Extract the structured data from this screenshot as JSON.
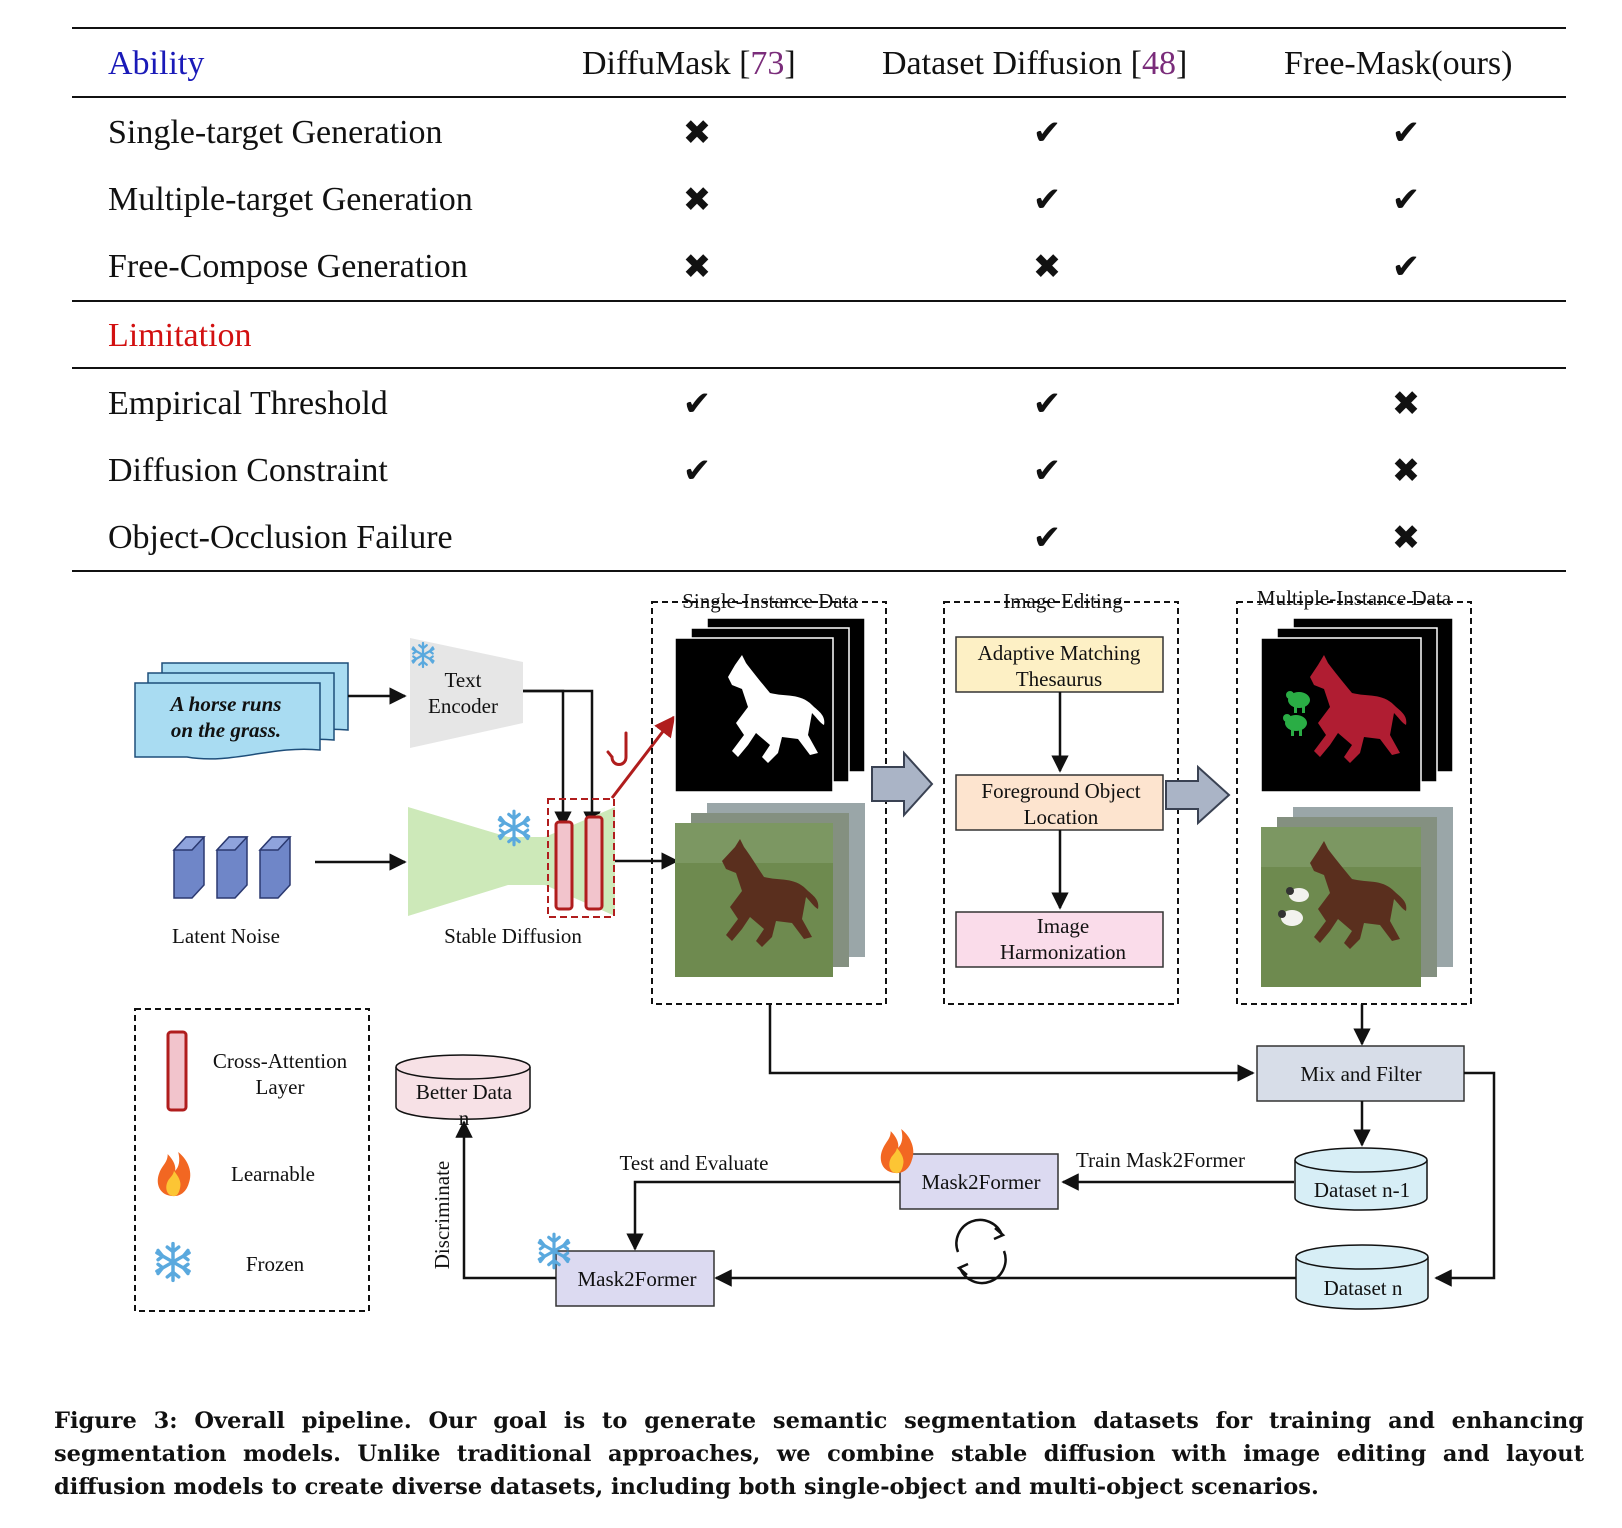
{
  "table": {
    "header": {
      "ability": "Ability",
      "col1_name": "DiffuMask",
      "col1_ref": "73",
      "col2_name": "Dataset Diffusion",
      "col2_ref": "48",
      "col3_name": "Free-Mask(ours)"
    },
    "ability_rows": [
      {
        "label": "Single-target Generation",
        "marks": [
          "✖",
          "✔",
          "✔"
        ]
      },
      {
        "label": "Multiple-target Generation",
        "marks": [
          "✖",
          "✔",
          "✔"
        ]
      },
      {
        "label": "Free-Compose Generation",
        "marks": [
          "✖",
          "✖",
          "✔"
        ]
      }
    ],
    "limitation_label": "Limitation",
    "limitation_rows": [
      {
        "label": "Empirical Threshold",
        "marks": [
          "✔",
          "✔",
          "✖"
        ]
      },
      {
        "label": "Diffusion Constraint",
        "marks": [
          "✔",
          "✔",
          "✖"
        ]
      },
      {
        "label": "Object-Occlusion Failure",
        "marks": [
          "",
          "✔",
          "✖"
        ]
      }
    ],
    "colors": {
      "ability": "#1a1ab8",
      "limitation": "#d21010",
      "ref": "#7a2c7a"
    }
  },
  "diagram": {
    "prompt_line1": "A horse runs",
    "prompt_line2": "on the grass.",
    "text_encoder_line1": "Text",
    "text_encoder_line2": "Encoder",
    "latent_noise": "Latent Noise",
    "stable_diffusion": "Stable Diffusion",
    "single_instance": "Single-Instance Data",
    "image_editing": "Image Editing",
    "multiple_instance": "Multiple-Instance Data",
    "amt_line1": "Adaptive Matching",
    "amt_line2": "Thesaurus",
    "fol_line1": "Foreground Object",
    "fol_line2": "Location",
    "ih_line1": "Image",
    "ih_line2": "Harmonization",
    "mix_filter": "Mix and Filter",
    "dataset_n1": "Dataset n-1",
    "dataset_n": "Dataset n",
    "train_m2f": "Train Mask2Former",
    "mask2former_top": "Mask2Former",
    "mask2former_bottom": "Mask2Former",
    "test_evaluate": "Test and Evaluate",
    "better_data_line1": "Better Data",
    "better_data_line2": "n",
    "discriminate": "Discriminate",
    "legend": {
      "cross_line1": "Cross-Attention",
      "cross_line2": "Layer",
      "learnable": "Learnable",
      "frozen": "Frozen"
    },
    "icons": [
      "snowflake-icon",
      "fire-icon",
      "hook-icon",
      "cycle-icon",
      "horse-mask-image",
      "horse-photo-image"
    ],
    "colors": {
      "prompt": "#a9dcf2",
      "encoder": "#e6e6e6",
      "unet": "#cde9b9",
      "cross_attn": "#f2c4cc",
      "amt": "#fdf0c5",
      "fol": "#fde4cf",
      "ih": "#fadcea",
      "mix": "#d7dde8",
      "dataset": "#d7eef6",
      "better": "#f7e1e6",
      "mask2former": "#dcdaf1",
      "arrow_fill": "#aab4c6",
      "mask_red": "#b01d32",
      "mask_green": "#2aad45"
    }
  },
  "caption": {
    "text": "Figure 3: Overall pipeline. Our goal is to generate semantic segmentation datasets for training and enhancing segmentation models. Unlike traditional approaches, we combine stable diffusion with image editing and layout diffusion models to create diverse datasets, including both single-object and multi-object scenarios."
  }
}
